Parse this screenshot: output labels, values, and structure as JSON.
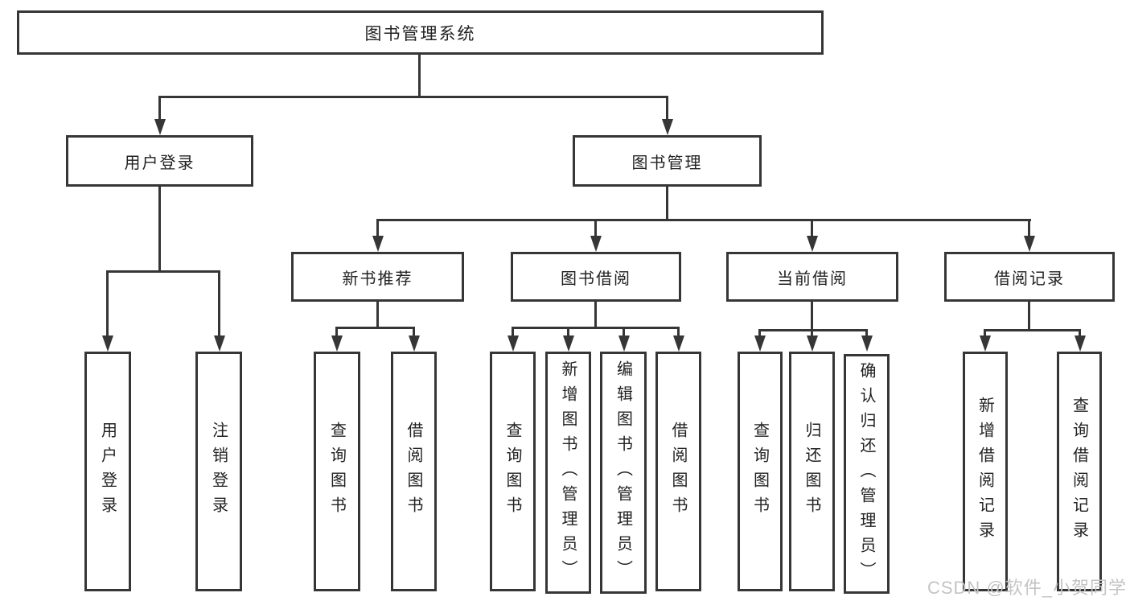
{
  "diagram": {
    "root": {
      "label": "图书管理系统"
    },
    "branches": [
      {
        "label": "用户登录",
        "children": [
          {
            "label": "用户登录"
          },
          {
            "label": "注销登录"
          }
        ]
      },
      {
        "label": "图书管理",
        "children": [
          {
            "label": "新书推荐",
            "children": [
              {
                "label": "查询图书"
              },
              {
                "label": "借阅图书"
              }
            ]
          },
          {
            "label": "图书借阅",
            "children": [
              {
                "label": "查询图书"
              },
              {
                "label": "新增图书（管理员）"
              },
              {
                "label": "编辑图书（管理员）"
              },
              {
                "label": "借阅图书"
              }
            ]
          },
          {
            "label": "当前借阅",
            "children": [
              {
                "label": "查询图书"
              },
              {
                "label": "归还图书"
              },
              {
                "label": "确认归还（管理员）"
              }
            ]
          },
          {
            "label": "借阅记录",
            "children": [
              {
                "label": "新增借阅记录"
              },
              {
                "label": "查询借阅记录"
              }
            ]
          }
        ]
      }
    ]
  },
  "watermark": "CSDN @软件_小贺同学",
  "colors": {
    "line": "#363636",
    "text": "#222222",
    "background": "#ffffff",
    "watermark": "#c4c4c4"
  }
}
